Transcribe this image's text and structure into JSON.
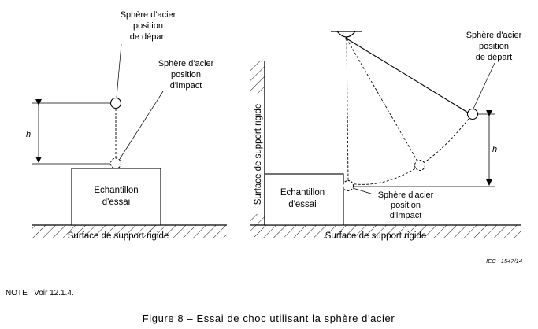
{
  "left_diagram": {
    "start_label": [
      "Sphère d'acier",
      "position",
      "de départ"
    ],
    "impact_label": [
      "Sphère d'acier",
      "position",
      "d'impact"
    ],
    "height_label": "h",
    "specimen_label": [
      "Echantillon",
      "d'essai"
    ],
    "surface_label": "Surface de support rigide"
  },
  "right_diagram": {
    "start_label": [
      "Sphère d'acier",
      "position",
      "de départ"
    ],
    "impact_label": [
      "Sphère d'acier",
      "position",
      "d'impact"
    ],
    "height_label": "h",
    "specimen_label": [
      "Echantillon",
      "d'essai"
    ],
    "wall_label": "Surface de support rigide",
    "surface_label": "Surface de support rigide"
  },
  "reference": "IEC   1547/14",
  "note": "NOTE   Voir 12.1.4.",
  "caption": "Figure 8 – Essai de choc utilisant la sphère d'acier"
}
